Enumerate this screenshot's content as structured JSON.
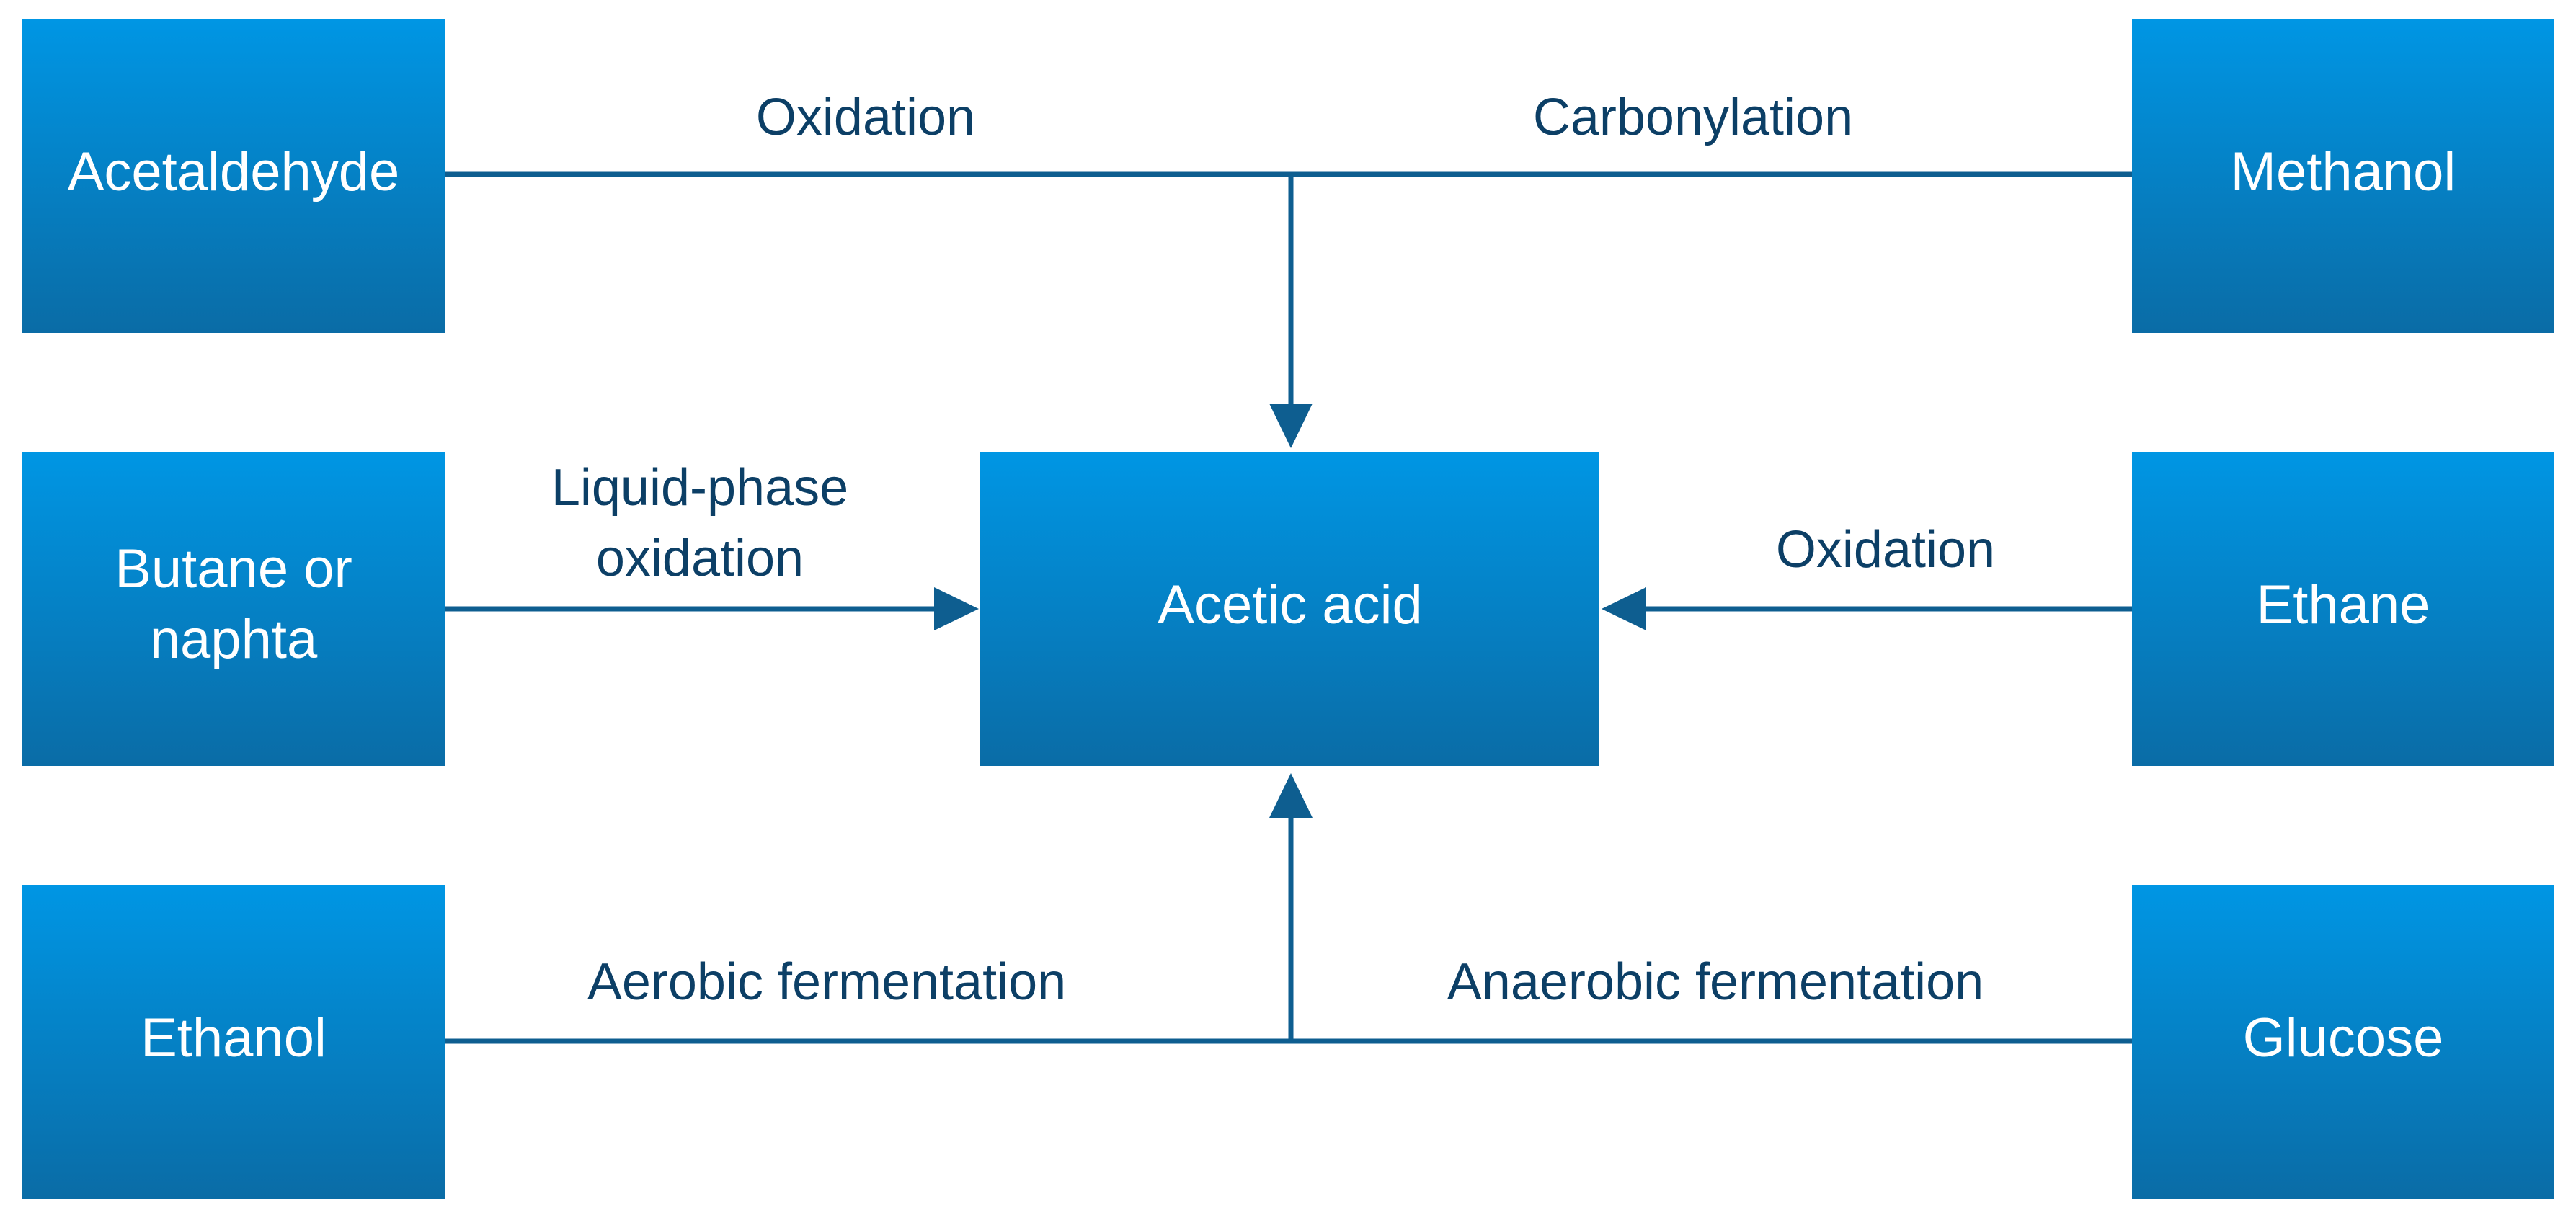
{
  "diagram": {
    "colors": {
      "box_top": "#0096E4",
      "box_bottom": "#0A6CA6",
      "line": "#0E5E90",
      "edge_text": "#0C3F66",
      "box_text": "#FFFFFF"
    },
    "nodes": {
      "acetaldehyde": "Acetaldehyde",
      "methanol": "Methanol",
      "butane_line1": "Butane or",
      "butane_line2": "naphta",
      "acetic_acid": "Acetic acid",
      "ethane": "Ethane",
      "ethanol": "Ethanol",
      "glucose": "Glucose"
    },
    "edges": {
      "acetaldehyde_oxidation": "Oxidation",
      "methanol_carbonylation": "Carbonylation",
      "butane_line1": "Liquid-phase",
      "butane_line2": "oxidation",
      "ethane_oxidation": "Oxidation",
      "ethanol_aerobic": "Aerobic fermentation",
      "glucose_anaerobic": "Anaerobic fermentation"
    }
  }
}
